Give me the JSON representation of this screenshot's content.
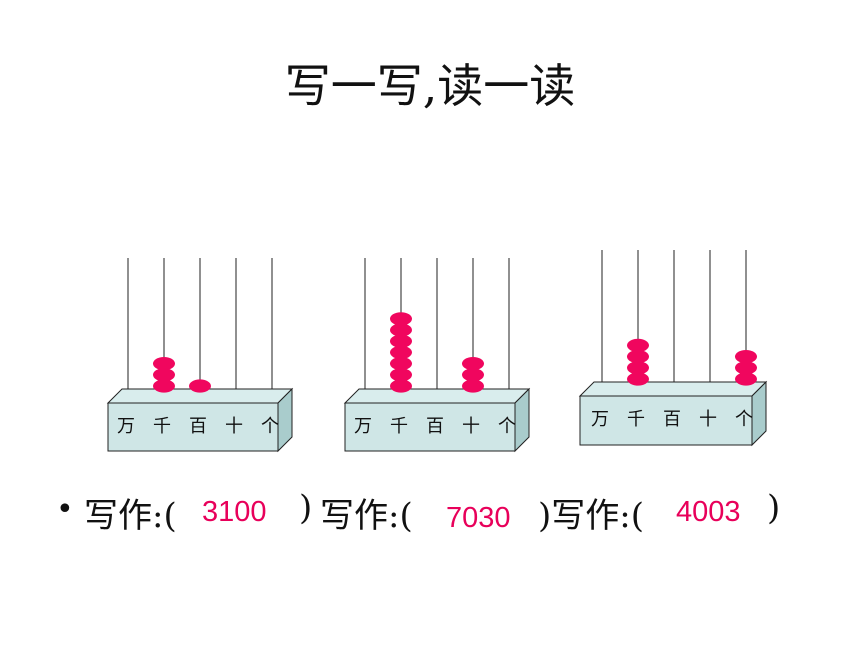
{
  "title": "写一写,读一读",
  "place_labels": [
    "万",
    "千",
    "百",
    "十",
    "个"
  ],
  "abaci": [
    {
      "beads": [
        0,
        3,
        1,
        0,
        0
      ]
    },
    {
      "beads": [
        0,
        7,
        0,
        3,
        0
      ]
    },
    {
      "beads": [
        0,
        4,
        0,
        0,
        3
      ]
    }
  ],
  "answer_prefix": "写作:(",
  "answer_prefix_tight": ")写作:(",
  "close_paren": ")",
  "answers": [
    "3100",
    "7030",
    "4003"
  ],
  "colors": {
    "bead": "#f0065e",
    "base_front": "#cfe6e6",
    "base_top": "#d9eded",
    "base_side": "#a9cccc",
    "answer": "#e8005a"
  }
}
